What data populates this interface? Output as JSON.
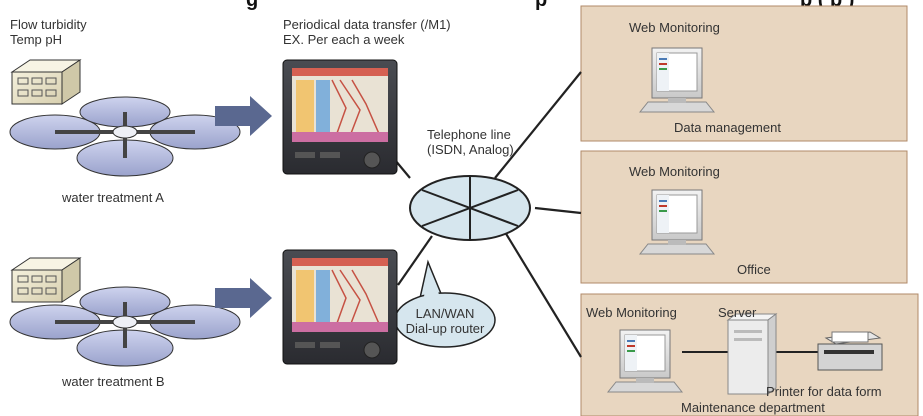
{
  "header": {
    "title_left": "g",
    "title_mid": "p",
    "title_right": "p   ( p )"
  },
  "sites": {
    "sensors_line1": "Flow turbidity",
    "sensors_line2": "Temp pH",
    "site_a": "water treatment A",
    "site_b": "water treatment B"
  },
  "transfer": {
    "line1": "Periodical data transfer (/M1)",
    "line2": "EX.  Per each a week"
  },
  "network": {
    "telephone_line1": "Telephone line",
    "telephone_line2": "(ISDN, Analog)",
    "router_line1": "LAN/WAN",
    "router_line2": "Dial-up router"
  },
  "panels": {
    "data_mgmt": {
      "title": "Web Monitoring",
      "caption": "Data management"
    },
    "office": {
      "title": "Web Monitoring",
      "caption": "Office"
    },
    "maintenance": {
      "title": "Web Monitoring",
      "server": "Server",
      "printer": "Printer for data form",
      "caption": "Maintenance department"
    }
  },
  "colors": {
    "panel_fill": "#e8d6c0",
    "panel_border": "#b08a68",
    "arrow": "#5a6890",
    "ellipse_fill": "#d6e6ee",
    "disc_fill": "#b9bfe0"
  }
}
